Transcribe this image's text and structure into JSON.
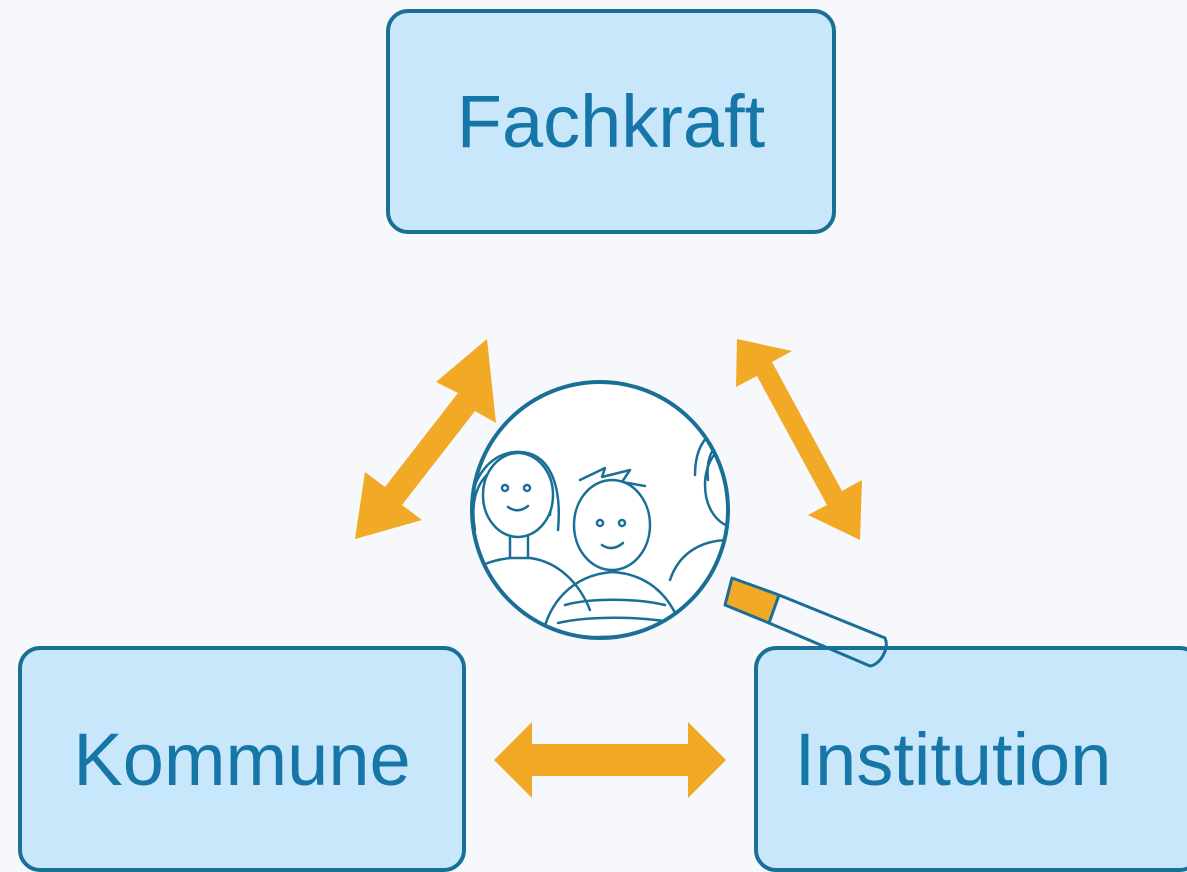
{
  "nodes": {
    "top": "Fachkraft",
    "left": "Kommune",
    "right": "Institution"
  },
  "colors": {
    "background": "#f6f8fc",
    "box_fill": "#c9e7fb",
    "box_border": "#1a6f96",
    "label_text": "#1676a8",
    "arrow": "#f2a925",
    "sketch_stroke": "#1a6f96"
  },
  "icons": [
    "double-arrow-icon",
    "group-of-people-illustration",
    "magnifying-glass-icon"
  ]
}
